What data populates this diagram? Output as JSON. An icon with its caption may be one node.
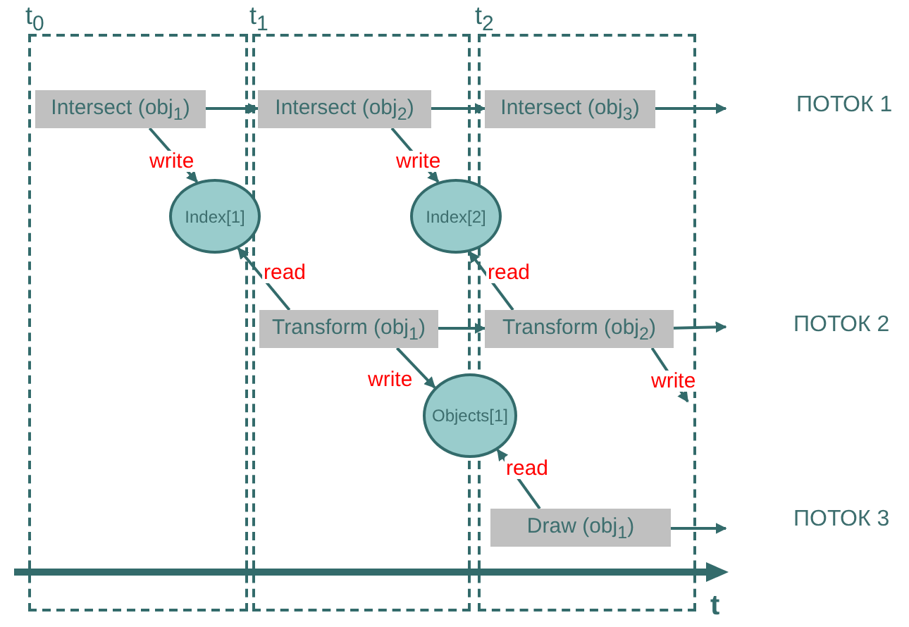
{
  "diagram": {
    "nodes": [
      {
        "text": [
          "t$_{0}$"
        ]
      },
      {
        "text": [
          "t$_{1}$"
        ]
      },
      {
        "text": [
          "t$_{2}$"
        ]
      },
      {
        "text": [
          "Intersect (obj$_{1}$)"
        ],
        "in": 0
      },
      {
        "text": [
          "Intersect (obj$_{2}$)"
        ],
        "in": 1
      },
      {
        "text": [
          "Intersect (obj$_{3}$)"
        ],
        "in": 2
      },
      {
        "text": [
          "Index[1]"
        ]
      },
      {
        "text": [
          "Index[2]"
        ]
      },
      {
        "text": [
          "Transform (obj$_{1}$)"
        ],
        "in": 1
      },
      {
        "text": [
          "Transform (obj$_{2}$)"
        ],
        "in": 2
      },
      {
        "text": [
          "Objects[1]"
        ]
      },
      {
        "text": [
          "Draw (obj$_{1}$)"
        ],
        "in": 2
      }
    ],
    "edges": [
      {
        "from": 3,
        "to": 4,
        "arrow": "to"
      },
      {
        "from": 4,
        "to": 5,
        "arrow": "to"
      },
      {
        "from": 5,
        "to": null,
        "arrow": "to"
      },
      {
        "from": 3,
        "to": 6,
        "arrow": "to",
        "label": "write"
      },
      {
        "from": 4,
        "to": 7,
        "arrow": "to",
        "label": "write"
      },
      {
        "from": 8,
        "to": 6,
        "arrow": "to",
        "label": "read"
      },
      {
        "from": 9,
        "to": 7,
        "arrow": "to",
        "label": "read"
      },
      {
        "from": 8,
        "to": 9,
        "arrow": "to"
      },
      {
        "from": 9,
        "to": null,
        "arrow": "to"
      },
      {
        "from": 8,
        "to": 10,
        "arrow": "to",
        "label": "write"
      },
      {
        "from": 11,
        "to": 10,
        "arrow": "to",
        "label": "read"
      },
      {
        "from": 11,
        "to": null,
        "arrow": "to"
      },
      {
        "from": 9,
        "to": null,
        "arrow": "to",
        "label": "write"
      }
    ],
    "labels": [
      "ПОТОК 1",
      "ПОТОК 2",
      "ПОТОК 3",
      "t"
    ]
  }
}
